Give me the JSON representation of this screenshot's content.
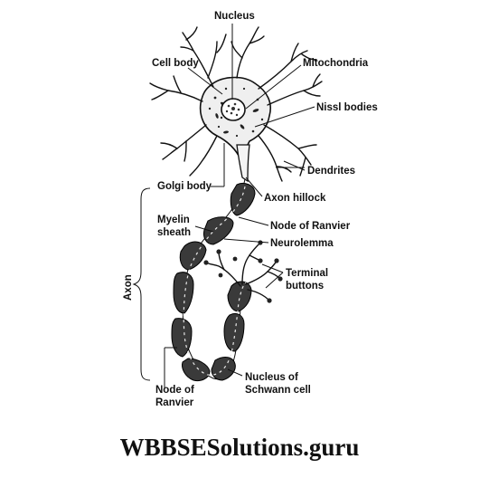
{
  "diagram": {
    "labels": {
      "nucleus": "Nucleus",
      "cell_body": "Cell body",
      "mitochondria": "Mitochondria",
      "nissl_bodies": "Nissl bodies",
      "dendrites": "Dendrites",
      "golgi_body": "Golgi body",
      "axon_hillock": "Axon hillock",
      "myelin_line1": "Myelin",
      "myelin_line2": "sheath",
      "node_ranvier_right": "Node of Ranvier",
      "neurolemma": "Neurolemma",
      "terminal_line1": "Terminal",
      "terminal_line2": "buttons",
      "axon": "Axon",
      "node_left_line1": "Node of",
      "node_left_line2": "Ranvier",
      "schwann_line1": "Nucleus of",
      "schwann_line2": "Schwann cell"
    }
  },
  "watermark": "WBBSESolutions.guru",
  "colors": {
    "ink": "#111111",
    "sheath": "#3a3a3a",
    "background": "#ffffff"
  }
}
